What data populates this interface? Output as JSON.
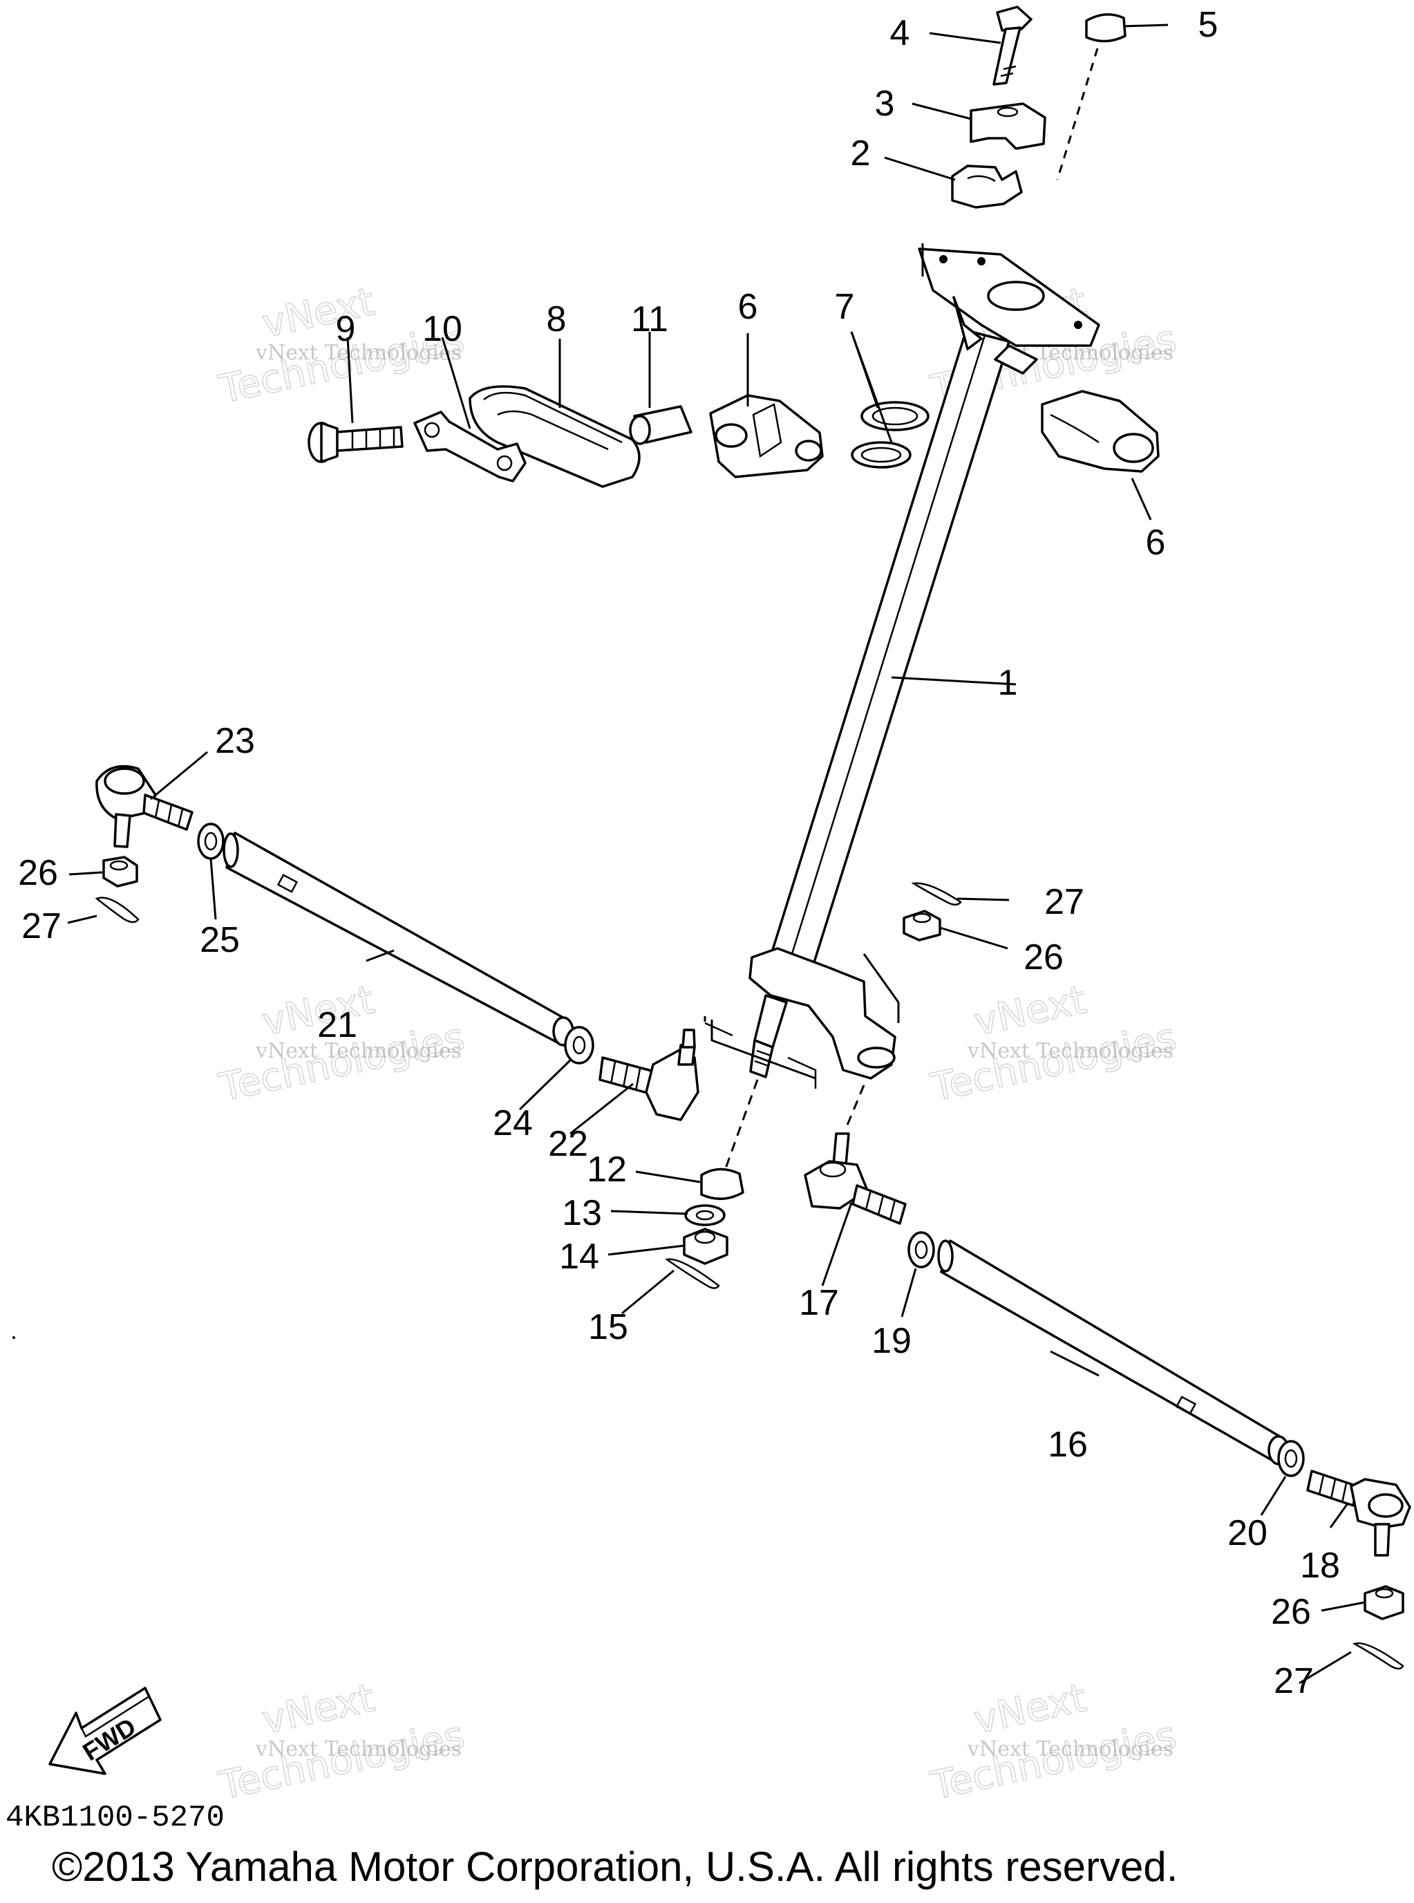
{
  "callouts": [
    {
      "label": "1"
    },
    {
      "label": "2"
    },
    {
      "label": "3"
    },
    {
      "label": "4"
    },
    {
      "label": "5"
    },
    {
      "label": "6"
    },
    {
      "label": "6"
    },
    {
      "label": "7"
    },
    {
      "label": "8"
    },
    {
      "label": "9"
    },
    {
      "label": "10"
    },
    {
      "label": "11"
    },
    {
      "label": "12"
    },
    {
      "label": "13"
    },
    {
      "label": "14"
    },
    {
      "label": "15"
    },
    {
      "label": "16"
    },
    {
      "label": "17"
    },
    {
      "label": "18"
    },
    {
      "label": "19"
    },
    {
      "label": "20"
    },
    {
      "label": "21"
    },
    {
      "label": "22"
    },
    {
      "label": "23"
    },
    {
      "label": "24"
    },
    {
      "label": "25"
    },
    {
      "label": "26"
    },
    {
      "label": "26"
    },
    {
      "label": "26"
    },
    {
      "label": "27"
    },
    {
      "label": "27"
    },
    {
      "label": "27"
    }
  ],
  "watermark": {
    "line1": "vNext Technologies",
    "line2": "vNext",
    "line3": "Technologies"
  },
  "fwd_label": "FWD",
  "diagram_code": "4KB1100-5270",
  "copyright": "©2013 Yamaha Motor Corporation, U.S.A. All rights reserved."
}
